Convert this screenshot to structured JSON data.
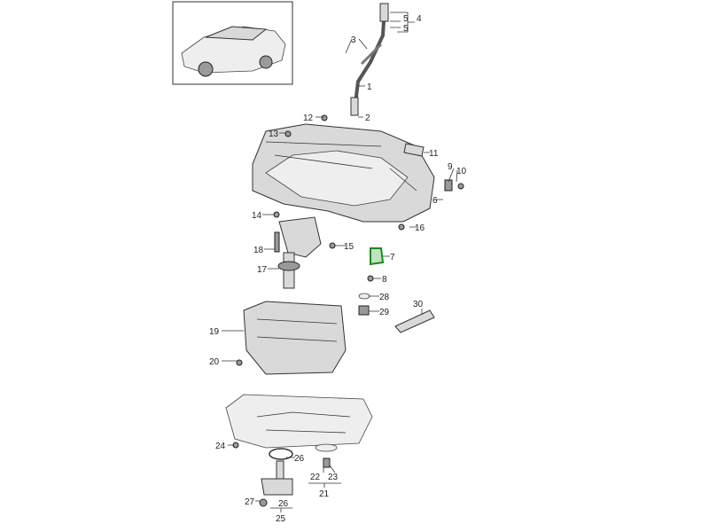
{
  "diagram": {
    "title": "Engine oil pan / oil pump exploded view",
    "highlight_color": "#1a8a1a",
    "callouts": [
      "1",
      "2",
      "3",
      "4",
      "5",
      "5",
      "6",
      "7",
      "8",
      "9",
      "10",
      "11",
      "12",
      "13",
      "14",
      "15",
      "16",
      "17",
      "18",
      "19",
      "20",
      "21",
      "22",
      "23",
      "24",
      "25",
      "26",
      "26",
      "27",
      "28",
      "29",
      "30"
    ]
  }
}
